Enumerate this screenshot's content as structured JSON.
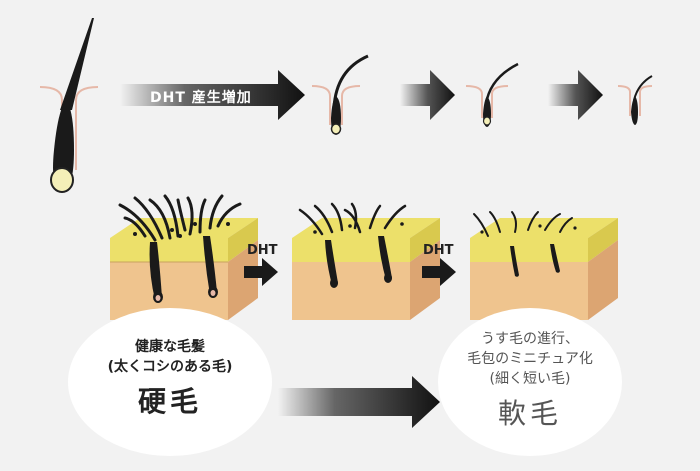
{
  "top_row": {
    "arrow_label": "DHT 産生増加"
  },
  "middle_row": {
    "arrow1_label": "DHT",
    "arrow2_label": "DHT"
  },
  "left_bubble": {
    "line1": "健康な毛髪",
    "line2": "(太くコシのある毛)",
    "title": "硬毛"
  },
  "right_bubble": {
    "line1": "うす毛の進行、",
    "line2": "毛包のミニチュア化",
    "line3": "(細く短い毛)",
    "title": "軟毛"
  },
  "colors": {
    "background": "#f2f2f2",
    "skin_line": "#e6b8a8",
    "hair": "#1a1a1a",
    "scalp_yellow": "#ece06a",
    "tissue": "#efc48e",
    "tissue_side": "#dca572",
    "bubble": "#ffffff"
  }
}
